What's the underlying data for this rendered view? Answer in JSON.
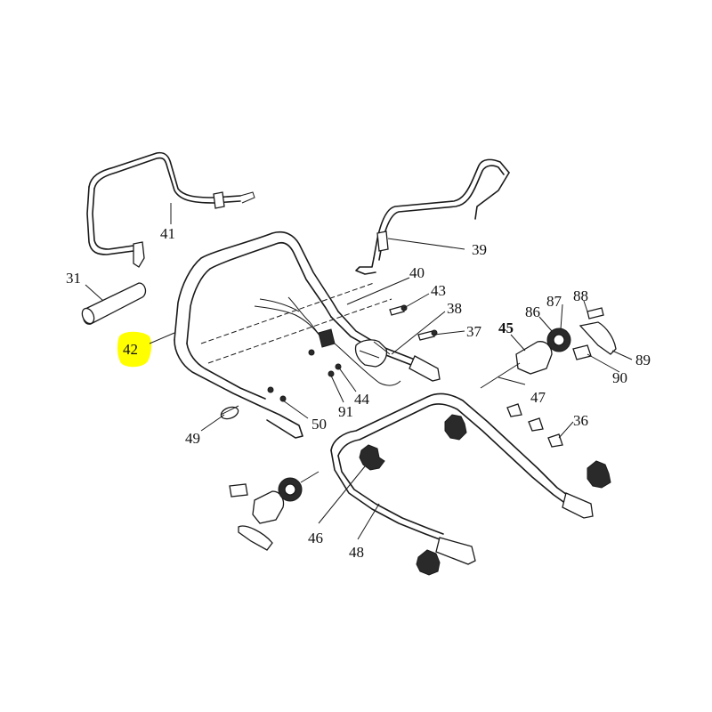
{
  "highlight_color": "#ffff00",
  "labels": {
    "p31": "31",
    "p36": "36",
    "p37": "37",
    "p38": "38",
    "p39": "39",
    "p40": "40",
    "p41": "41",
    "p42": "42",
    "p43": "43",
    "p44": "44",
    "p45": "45",
    "p46": "46",
    "p47": "47",
    "p48": "48",
    "p49": "49",
    "p50": "50",
    "p86": "86",
    "p87": "87",
    "p88": "88",
    "p89": "89",
    "p90": "90",
    "p91": "91"
  }
}
